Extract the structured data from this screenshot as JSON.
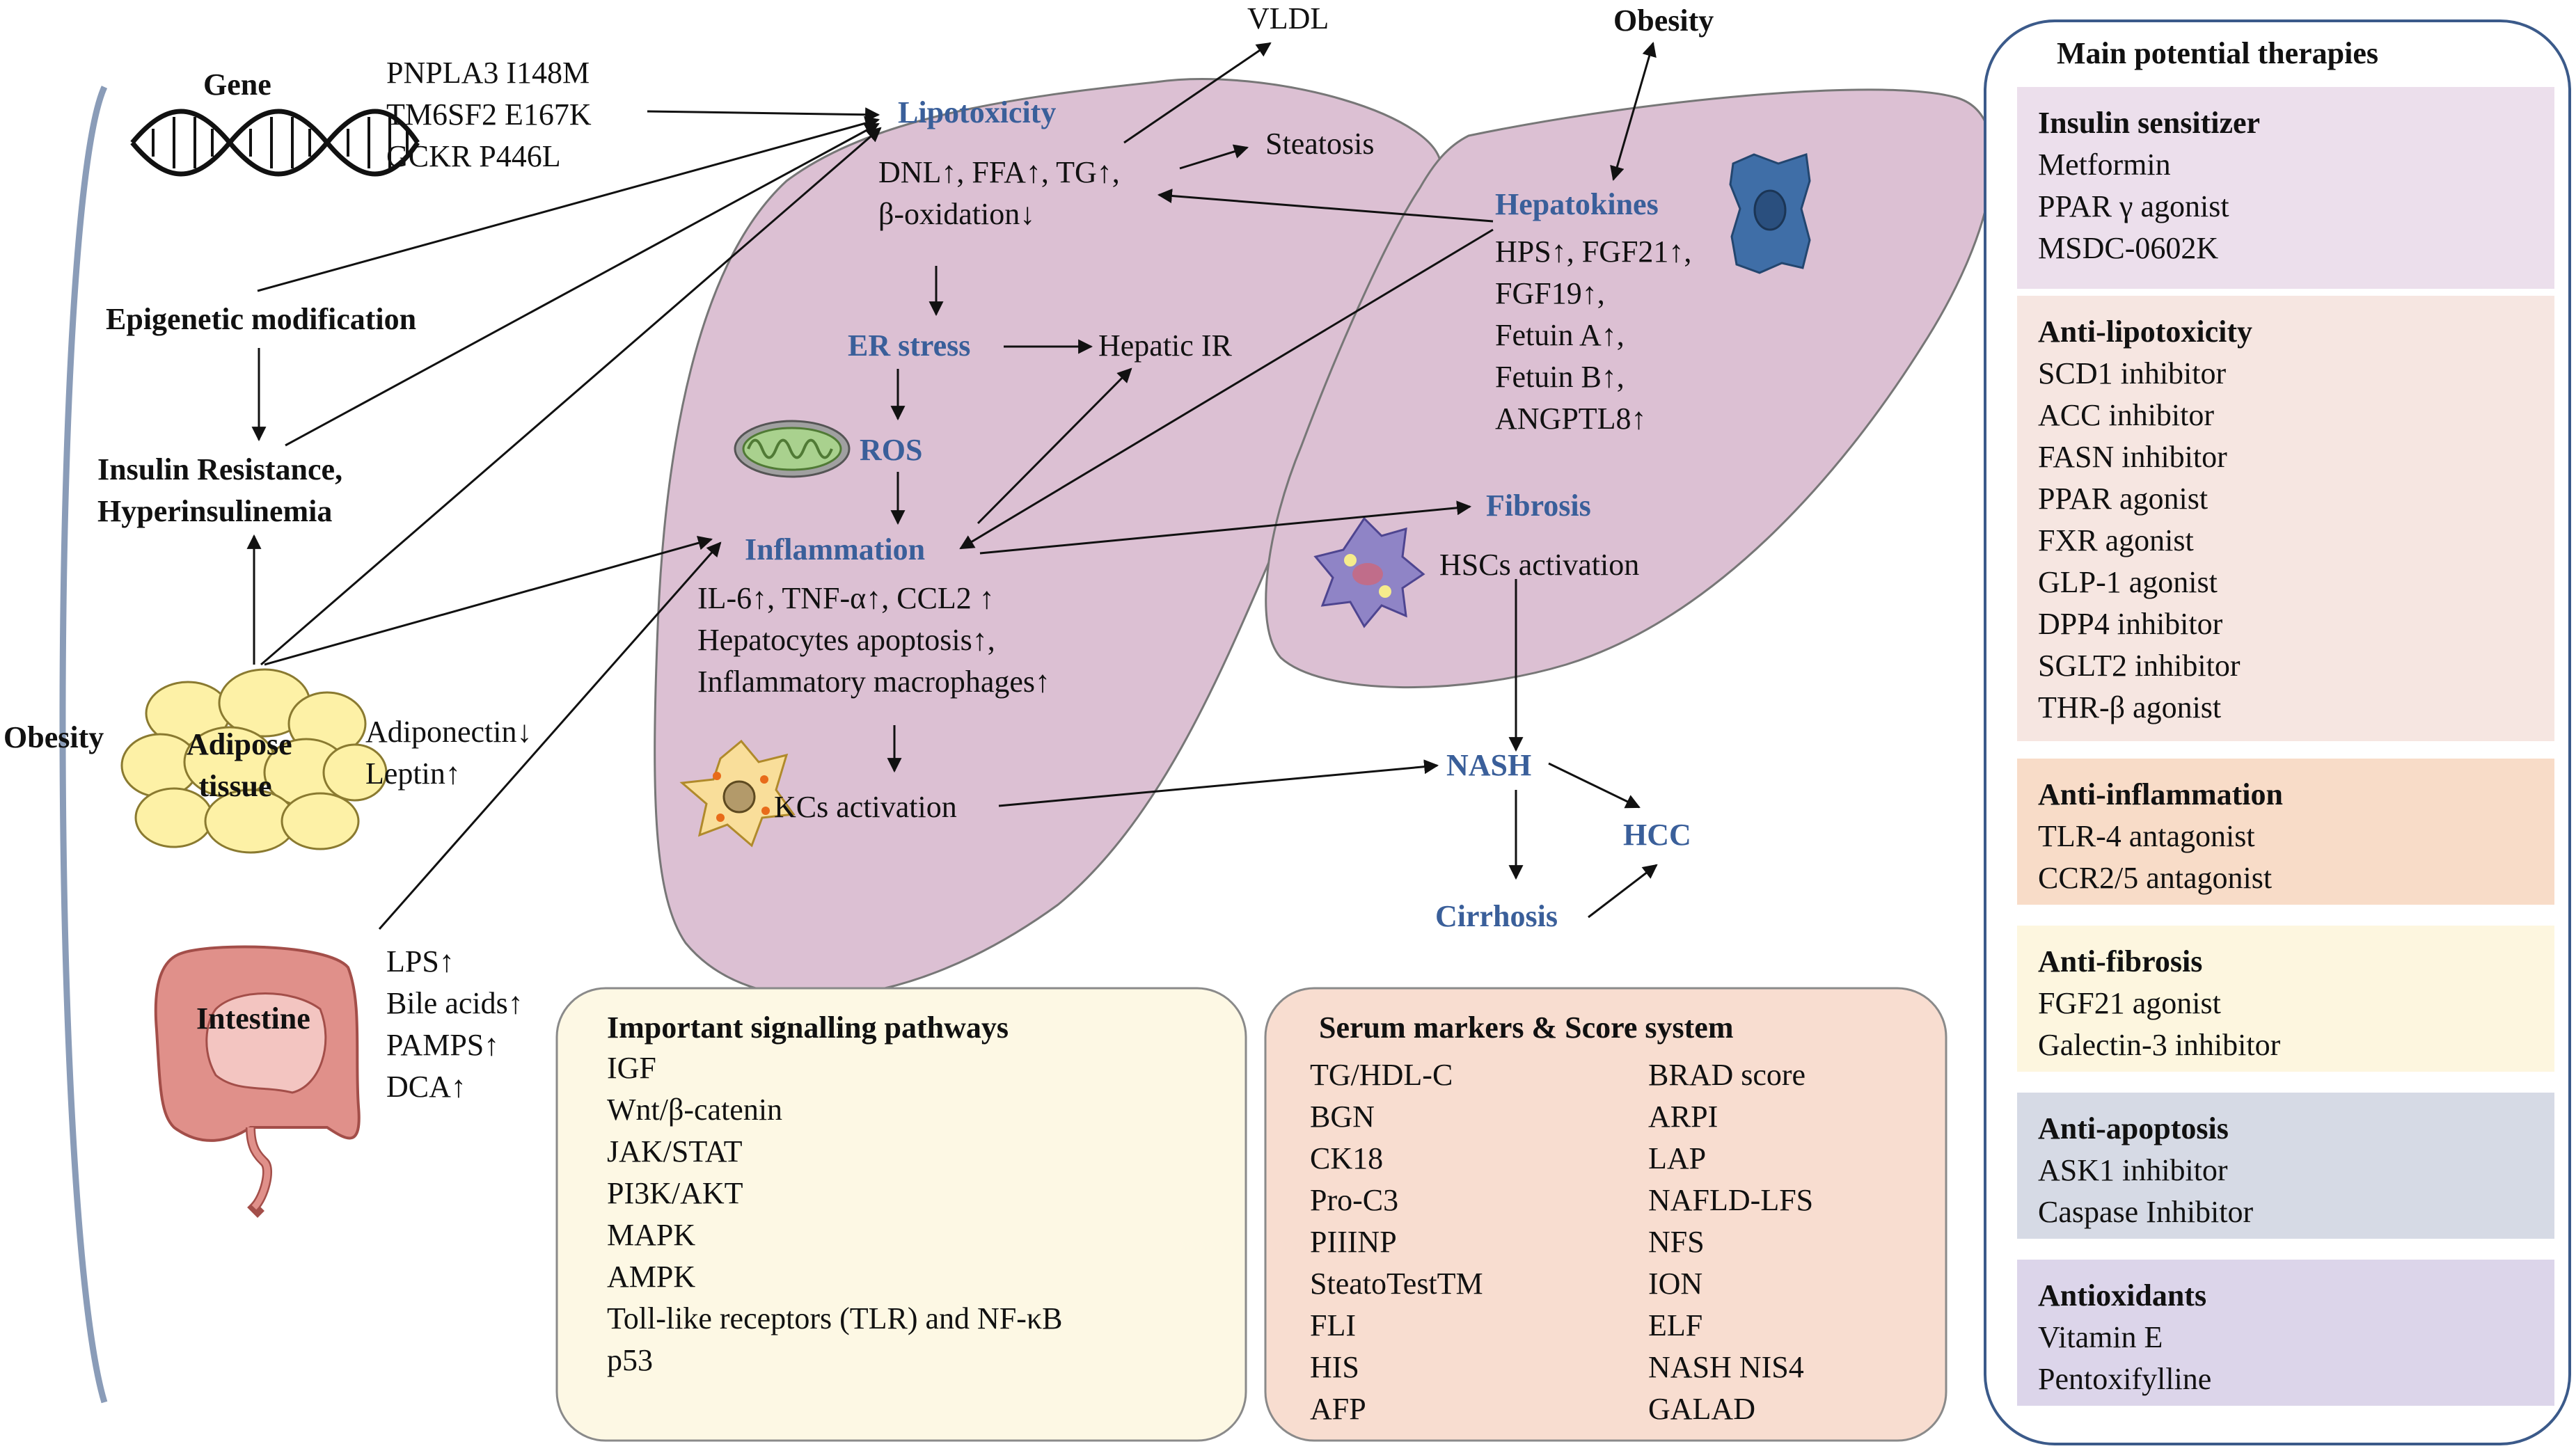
{
  "left": {
    "obesity_side": "Obesity",
    "gene_label": "Gene",
    "gene_variants": [
      "PNPLA3 I148M",
      "TM6SF2 E167K",
      "GCKR P446L"
    ],
    "epigenetic": "Epigenetic modification",
    "insulin_resistance": [
      "Insulin Resistance,",
      "Hyperinsulinemia"
    ],
    "adipose_label": [
      "Adipose",
      "tissue"
    ],
    "adipokines": [
      "Adiponectin↓",
      "Leptin↑"
    ],
    "intestine_label": "Intestine",
    "gut_factors": [
      "LPS↑",
      "Bile acids↑",
      "PAMPS↑",
      "DCA↑"
    ]
  },
  "liver": {
    "vldl": "VLDL",
    "obesity_top": "Obesity",
    "lipotoxicity": "Lipotoxicity",
    "lipo_details": [
      "DNL↑, FFA↑, TG↑,",
      "β-oxidation↓"
    ],
    "steatosis": "Steatosis",
    "er_stress": "ER stress",
    "hepatic_ir": "Hepatic IR",
    "ros": "ROS",
    "inflammation": "Inflammation",
    "inflam_details": [
      "IL-6↑, TNF-α↑, CCL2 ↑",
      "Hepatocytes apoptosis↑,",
      "Inflammatory macrophages↑"
    ],
    "kcs": "KCs activation",
    "hepatokines": "Hepatokines",
    "hepatokine_list": [
      "HPS↑, FGF21↑,",
      "FGF19↑,",
      "Fetuin A↑,",
      "Fetuin B↑,",
      "ANGPTL8↑"
    ],
    "fibrosis": "Fibrosis",
    "hscs": "HSCs activation",
    "nash": "NASH",
    "hcc": "HCC",
    "cirrhosis": "Cirrhosis"
  },
  "signalling": {
    "title": "Important signalling pathways",
    "items": [
      "IGF",
      "Wnt/β-catenin",
      "JAK/STAT",
      "PI3K/AKT",
      "MAPK",
      "AMPK",
      "Toll-like receptors (TLR) and NF-κB",
      "p53"
    ]
  },
  "serum": {
    "title": "Serum markers & Score system",
    "col1": [
      "TG/HDL-C",
      "BGN",
      "CK18",
      "Pro-C3",
      "PIIINP",
      "SteatoTestTM",
      "FLI",
      "HIS",
      "AFP"
    ],
    "col2": [
      "BRAD score",
      "ARPI",
      "LAP",
      "NAFLD-LFS",
      "NFS",
      "ION",
      "ELF",
      "NASH NIS4",
      "GALAD"
    ]
  },
  "therapies": {
    "title": "Main potential therapies",
    "groups": [
      {
        "name": "Insulin sensitizer",
        "items": [
          "Metformin",
          "PPAR γ agonist",
          "MSDC-0602K"
        ],
        "color": "#ecdfec"
      },
      {
        "name": "Anti-lipotoxicity",
        "items": [
          "SCD1 inhibitor",
          "ACC inhibitor",
          "FASN inhibitor",
          "PPAR agonist",
          "FXR agonist",
          "GLP-1 agonist",
          "DPP4 inhibitor",
          "SGLT2 inhibitor",
          "THR-β agonist"
        ],
        "color": "#f6e6e1"
      },
      {
        "name": "Anti-inflammation",
        "items": [
          "TLR-4 antagonist",
          "CCR2/5 antagonist"
        ],
        "color": "#f8dcc8"
      },
      {
        "name": "Anti-fibrosis",
        "items": [
          "FGF21 agonist",
          "Galectin-3 inhibitor"
        ],
        "color": "#fdf6df"
      },
      {
        "name": "Anti-apoptosis",
        "items": [
          "ASK1 inhibitor",
          "Caspase Inhibitor"
        ],
        "color": "#d6dae5"
      },
      {
        "name": "Antioxidants",
        "items": [
          "Vitamin E",
          "Pentoxifylline"
        ],
        "color": "#dcd5ea"
      }
    ]
  },
  "colors": {
    "liver": "#dcc0d3",
    "accent_blue": "#3a5f9a",
    "signal_box": "#fdf8e4",
    "serum_box": "#f8ddd0"
  }
}
